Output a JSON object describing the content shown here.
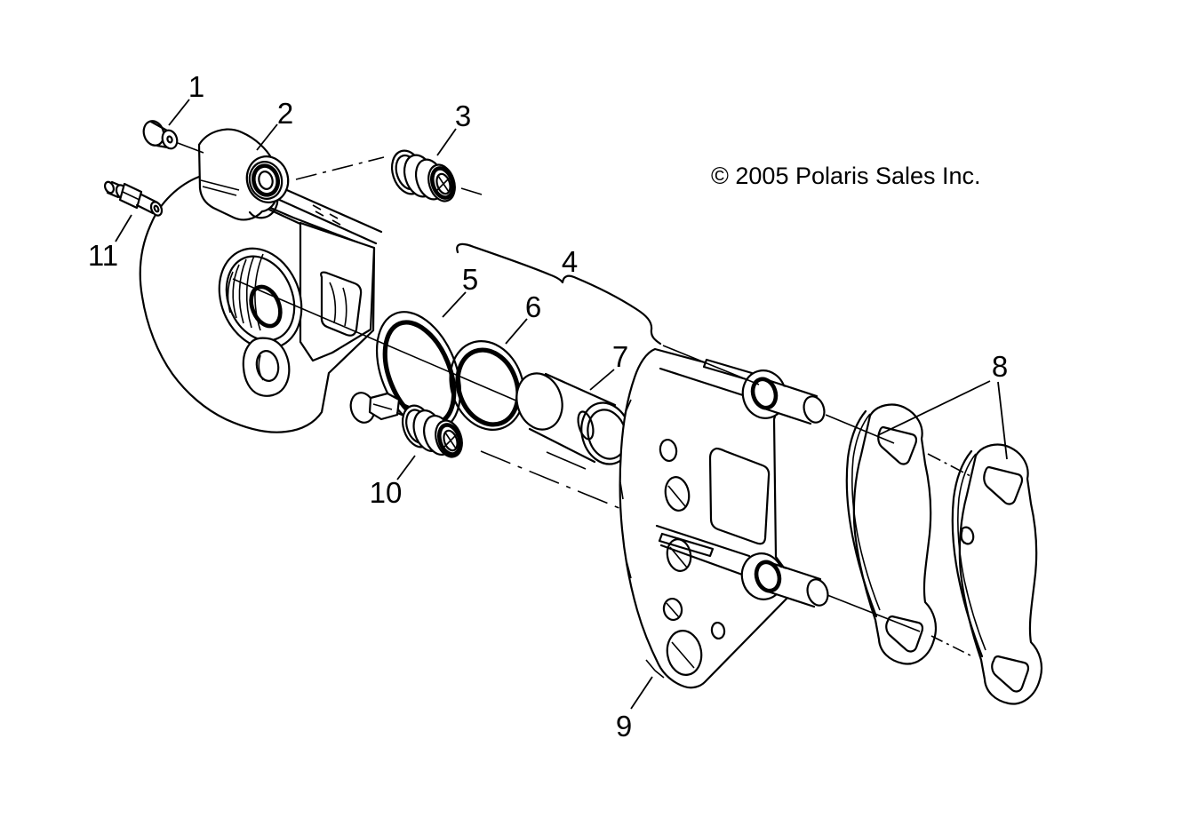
{
  "diagram": {
    "copyright": "© 2005 Polaris Sales Inc.",
    "part_labels": {
      "p1": "1",
      "p2": "2",
      "p3": "3",
      "p4": "4",
      "p5": "5",
      "p6": "6",
      "p7": "7",
      "p8": "8",
      "p9": "9",
      "p10": "10",
      "p11": "11"
    }
  }
}
